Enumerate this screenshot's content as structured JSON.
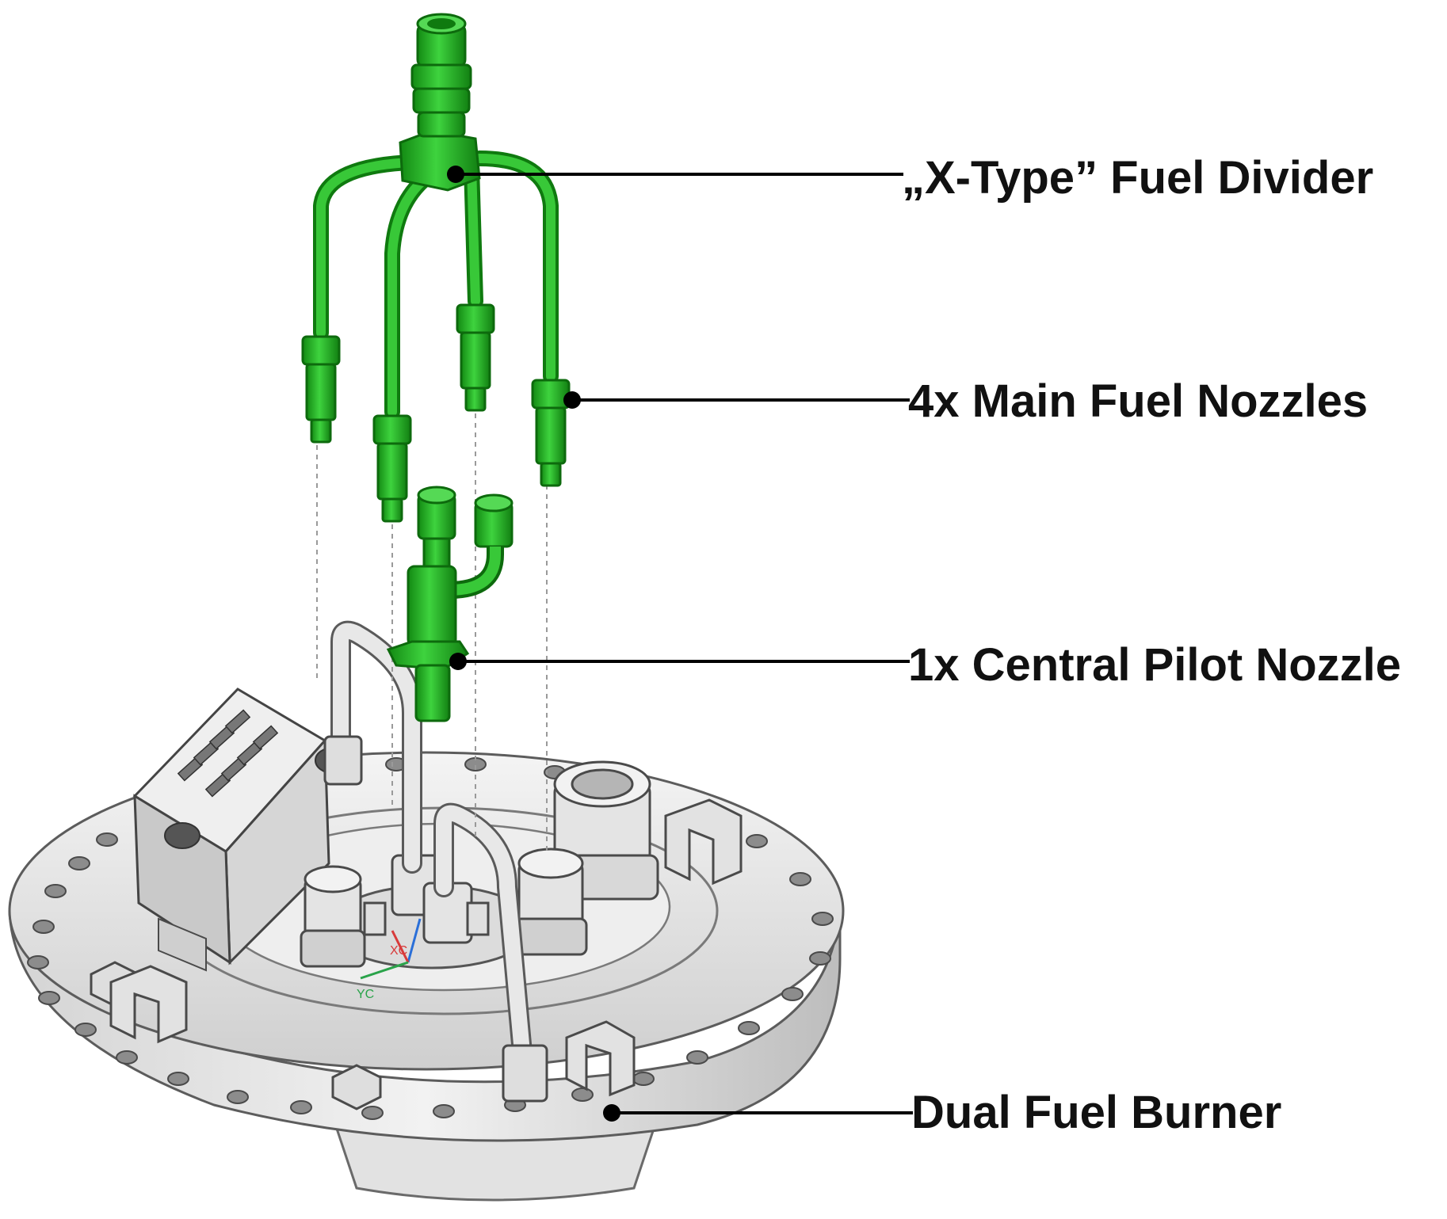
{
  "callouts": {
    "divider": "„X-Type” Fuel Divider",
    "main_nozzles": "4x Main Fuel Nozzles",
    "pilot_nozzle": "1x Central Pilot Nozzle",
    "burner": "Dual Fuel Burner"
  },
  "axis_marks": {
    "xc": "XC",
    "yc": "YC"
  },
  "colors": {
    "fuel_parts": "#2fb52f",
    "fuel_parts_dark": "#138a13",
    "burner_metal": "#e6e6e6",
    "burner_edge": "#5c5c5c",
    "leader": "#000000"
  }
}
